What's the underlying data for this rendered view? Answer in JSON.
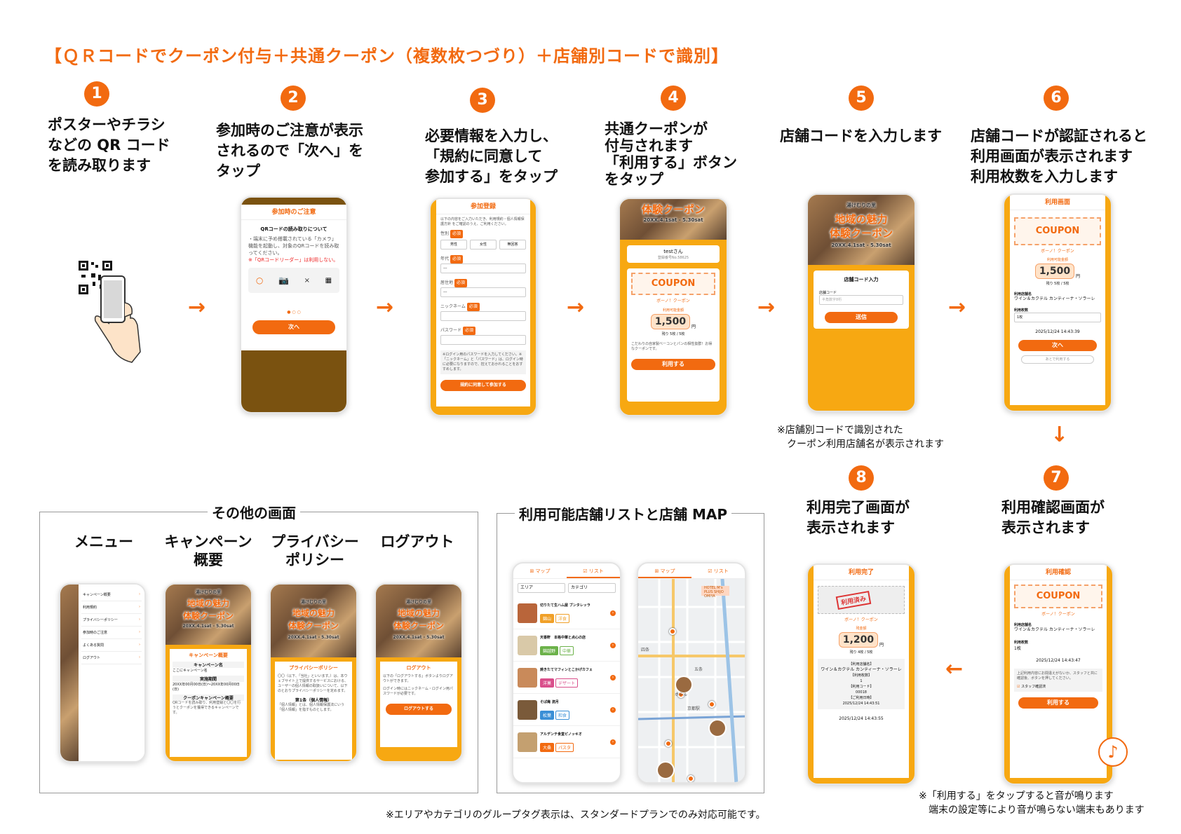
{
  "title": "【ＱＲコードでクーポン付与＋共通クーポン（複数枚つづり）＋店舗別コードで識別】",
  "steps": [
    {
      "num": "1",
      "text": "ポスターやチラシ\nなどの QR コード\nを読み取ります"
    },
    {
      "num": "2",
      "text": "参加時のご注意が表示\nされるので「次へ」を\nタップ"
    },
    {
      "num": "3",
      "text": "必要情報を入力し、\n「規約に同意して\n参加する」をタップ"
    },
    {
      "num": "4",
      "text": "共通クーポンが\n付与されます\n「利用する」ボタン\nをタップ"
    },
    {
      "num": "5",
      "text": "店舗コードを入力します"
    },
    {
      "num": "6",
      "text": "店舗コードが認証されると\n利用画面が表示されます\n利用枚数を入力します"
    },
    {
      "num": "7",
      "text": "利用確認画面が\n表示されます"
    },
    {
      "num": "8",
      "text": "利用完了画面が\n表示されます"
    }
  ],
  "arrow": "→",
  "arrow_down": "↓",
  "arrow_left": "←",
  "note_step5": "※店舗別コードで識別された\n　クーポン利用店舗名が表示されます",
  "note_sound": "※「利用する」をタップすると音が鳴ります\n　端末の設定等により音が鳴らない端末もあります",
  "note_bottom": "※エリアやカテゴリのグループタグ表示は、スタンダードプランでのみ対応可能です。",
  "phone2": {
    "header": "参加時のご注意",
    "heading": "QRコードの読み取りについて",
    "body": "・端末に予め搭載されている「カメラ」機能を起動し、対象のQRコードを読み取ってください。",
    "warning": "※「QRコードリーダー」は利用しない。",
    "ok": "○",
    "ng": "×",
    "button": "次へ"
  },
  "phone3": {
    "header": "参加登録",
    "intro": "以下の内容をご入力いただき、利用規約・個人情報保護方針 をご確認のうえ、ご利用ください。",
    "gender_label": "性別",
    "genders": [
      "男性",
      "女性",
      "無回答"
    ],
    "age_label": "年代",
    "area_label": "居住地",
    "nickname_label": "ニックネーム",
    "password_label": "パスワード",
    "required": "必須",
    "select_placeholder": "---",
    "note": "※ログイン用のパスワードを入力してください。※「ニックネーム」と「パスワード」は、ログイン時に必要になりますので、控えておかれることをおすすめします。",
    "button": "規約に同意して参加する"
  },
  "banner": {
    "small": "湯けむりの里",
    "line1": "地域の魅力",
    "line2": "体験クーポン",
    "date": "20XX.4.1sat - 5.30sat"
  },
  "phone4": {
    "user": "testさん",
    "user_no": "登録番号No.58625",
    "coupon": "COUPON",
    "coupon_name": "ボーノ！クーポン",
    "amount_label": "利用可能金額",
    "amount": "1,500",
    "yen": "円",
    "remain": "残り 5枚 / 5枚",
    "desc": "こだわりの自家製ベーコンとパンの相性抜群！お得なクーポンです。",
    "button": "利用する"
  },
  "phone5": {
    "heading": "店舗コード入力",
    "field_label": "店舗コード",
    "placeholder": "半角数字8桁",
    "button": "送信"
  },
  "phone6": {
    "header": "利用画面",
    "coupon": "COUPON",
    "coupon_name": "ボーノ！クーポン",
    "amount_label": "利用可能金額",
    "amount": "1,500",
    "yen": "円",
    "remain": "残り 5枚 / 5枚",
    "store_label": "利用店舗名",
    "store": "ワイン＆カクテル カンティーナ・ソラーレ",
    "count_label": "利用枚数",
    "count": "1枚",
    "datetime": "2025/12/24 14:43:39",
    "button": "次へ",
    "button2": "あとで利用する"
  },
  "phone7": {
    "header": "利用確認",
    "coupon": "COUPON",
    "coupon_name": "ボーノ！クーポン",
    "store_label": "利用店舗名",
    "store": "ワイン＆カクテル カンティーナ・ソラーレ",
    "count_label": "利用枚数",
    "count": "1枚",
    "datetime": "2025/12/24 14:43:47",
    "notice": "上記利用内容にお間違えがないか、スタッフと共に確認後、ボタンを押してください。",
    "check": "スタッフ確認済",
    "button": "利用する"
  },
  "phone8": {
    "header": "利用完了",
    "stamp": "利用済み",
    "coupon_name": "ボーノ！クーポン",
    "amount_label": "残金額",
    "amount": "1,200",
    "yen": "円",
    "remain": "残り 4枚 / 5枚",
    "store_label": "【利用店舗名】",
    "store": "ワイン＆カクテル カンティーナ・ソラーレ",
    "count_label": "【利用枚数】",
    "count": "1",
    "code_label": "【利用コード】",
    "code": "00018",
    "date_label": "【ご利用日時】",
    "date": "2025/12/24 14:43:51",
    "datetime": "2025/12/24 14:43:55"
  },
  "other": {
    "title": "その他の画面",
    "labels": [
      "メニュー",
      "キャンペーン\n概要",
      "プライバシー\nポリシー",
      "ログアウト"
    ],
    "menu_items": [
      "キャンペーン概要",
      "利用規約",
      "プライバシーポリシー",
      "参加時のご注意",
      "よくある質問",
      "ログアウト"
    ],
    "campaign": {
      "heading": "キャンペーン概要",
      "name_label": "キャンペーン名",
      "name": "ここにキャンペーン名",
      "period_label": "実施期間",
      "period": "20XX年00月00日(日)〜20XX年00月00日(日)",
      "about_label": "クーポンキャンペーン概要",
      "about": "QRコードを読み取り、利用登録と〇〇を行うとクーポンを獲得できるキャンペーンです。"
    },
    "privacy": {
      "heading": "プライバシーポリシー",
      "body": "〇〇（以下、「当社」といいます。）は、本ウェブサイト上で提供するサービスにおける、ユーザーの個人情報の取扱いについて、以下のとおりプライバシーポリシーを定めます。",
      "article": "第1条（個人情報）",
      "article_body": "「個人情報」とは、個人情報保護法にいう「個人情報」を指すものとします。"
    },
    "logout": {
      "heading": "ログアウト",
      "body": "以下の「ログアウトする」ボタンよりログアウトができます。",
      "body2": "ログイン時にはニックネーム・ログイン用パスワードが必要です。",
      "button": "ログアウトする"
    }
  },
  "stores": {
    "title": "利用可能店舗リストと店舗 MAP",
    "tab_map": "マップ",
    "tab_list": "リスト",
    "filter_area": "エリア",
    "filter_cat": "カテゴリ",
    "items": [
      {
        "name": "切りたて生ハム屋 ブンタレッラ",
        "tags": [
          "錦山",
          "洋食"
        ]
      },
      {
        "name": "天香軒　本格中華と点心の店",
        "tags": [
          "錦越野",
          "中華"
        ]
      },
      {
        "name": "焼きたてマフィンとこかげカフェ",
        "tags": [
          "洋菓",
          "デザート"
        ]
      },
      {
        "name": "そば庵 流月",
        "tags": [
          "松葉",
          "和食"
        ]
      },
      {
        "name": "アルデンテ食堂ピノッキオ",
        "tags": [
          "大桑",
          "パスタ"
        ]
      }
    ],
    "map_labels": [
      "HOTEL M's PLUS SHIJO OMIYA",
      "京都駅",
      "ホテル",
      "四条",
      "五条"
    ]
  }
}
